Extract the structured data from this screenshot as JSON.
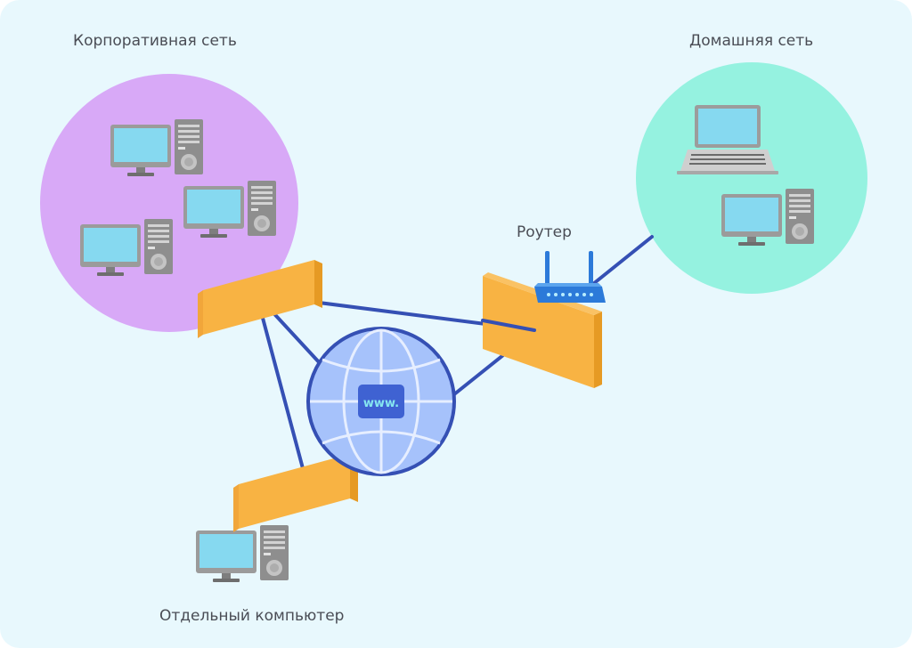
{
  "labels": {
    "corporate": "Корпоративная сеть",
    "home": "Домашняя сеть",
    "router": "Роутер",
    "standalone": "Отдельный компьютер",
    "globe": "www."
  },
  "colors": {
    "background": "#e8f8fd",
    "corporate_zone": "#d8a9f7",
    "home_zone": "#95f2e0",
    "firewall": "#f8b343",
    "firewall_side": "#e69a24",
    "link_line": "#3550b4",
    "globe_fill": "#a6c2fb",
    "globe_grid": "#e6eeff",
    "router_body": "#2c7ad9",
    "screen": "#86d9f0",
    "monitor": "#9a9a9a"
  },
  "icons": [
    "desktop-computer-icon",
    "laptop-icon",
    "router-icon",
    "globe-icon",
    "firewall-icon"
  ]
}
